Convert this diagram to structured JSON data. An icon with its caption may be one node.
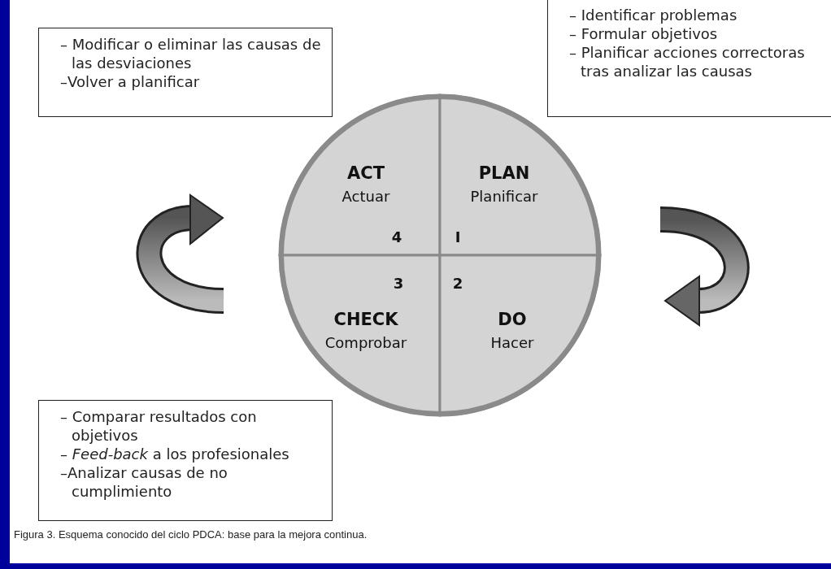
{
  "diagram": {
    "caption": "Figura 3. Esquema conocido del ciclo PDCA: base para la mejora continua.",
    "nodes": [
      {
        "text": [
          "– Modificar o eliminar las causas de las desviaciones",
          "–Volver a planificar"
        ]
      },
      {
        "text": [
          "– Identificar problemas",
          "– Formular objetivos",
          "– Planificar acciones correctoras tras analizar las causas"
        ]
      },
      {
        "text": [],
        "shape": "circle"
      },
      {
        "text": [
          "ACT",
          "Actuar",
          "4"
        ],
        "in": 2
      },
      {
        "text": [
          "PLAN",
          "Planificar",
          "I"
        ],
        "in": 2
      },
      {
        "text": [
          "3",
          "CHECK",
          "Comprobar"
        ],
        "in": 2
      },
      {
        "text": [
          "2",
          "DO",
          "Hacer"
        ],
        "in": 2
      },
      {
        "text": [
          "– Comparar resultados con objetivos",
          "– *Feed-back* a los profesionales",
          "–Analizar causas de no cumplimiento"
        ]
      }
    ],
    "edges": []
  }
}
